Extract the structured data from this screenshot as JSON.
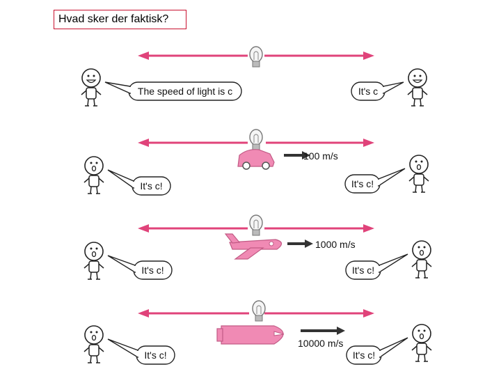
{
  "title": "Hvad sker der faktisk?",
  "colors": {
    "arrow": "#e0437a",
    "vehicle": "#f08ab4",
    "speed_arrow": "#333333",
    "title_border": "#c8102e"
  },
  "rows": [
    {
      "vehicle": "bulb",
      "left_bubble": "The speed of light is c",
      "right_bubble": "It's c",
      "speed": ""
    },
    {
      "vehicle": "car",
      "left_bubble": "It's c!",
      "right_bubble": "It's c!",
      "speed": "100 m/s"
    },
    {
      "vehicle": "plane",
      "left_bubble": "It's c!",
      "right_bubble": "It's c!",
      "speed": "1000 m/s"
    },
    {
      "vehicle": "rocket",
      "left_bubble": "It's c!",
      "right_bubble": "It's c!",
      "speed": "10000 m/s"
    }
  ]
}
